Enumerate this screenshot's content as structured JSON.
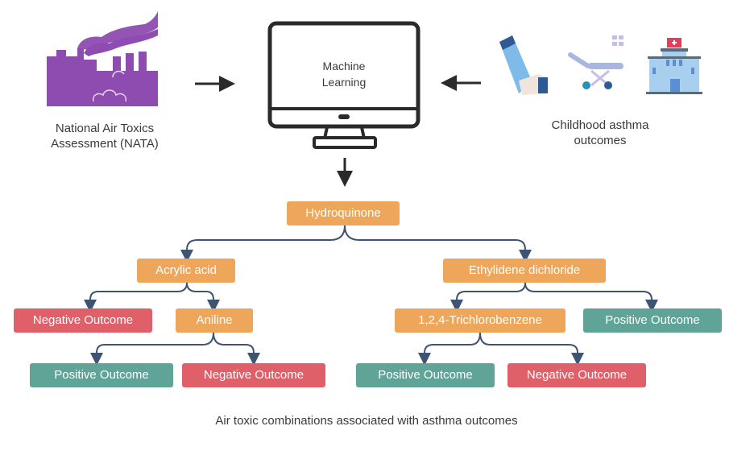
{
  "inputs": {
    "nata": {
      "icon": "factory-pollution-icon",
      "label_line1": "National Air Toxics",
      "label_line2": "Assessment (NATA)",
      "color": "#8e4bb0"
    },
    "ml": {
      "icon": "computer-monitor-icon",
      "label_line1": "Machine",
      "label_line2": "Learning"
    },
    "asthma": {
      "icons": [
        "inhaler-icon",
        "stretcher-icon",
        "hospital-icon"
      ],
      "label_line1": "Childhood asthma",
      "label_line2": "outcomes"
    }
  },
  "tree": {
    "root": "Hydroquinone",
    "left": {
      "label": "Acrylic acid",
      "left_leaf": "Negative Outcome",
      "right": {
        "label": "Aniline",
        "left_leaf": "Positive Outcome",
        "right_leaf": "Negative Outcome"
      }
    },
    "right": {
      "label": "Ethylidene dichloride",
      "left": {
        "label": "1,2,4-Trichlorobenzene",
        "left_leaf": "Positive Outcome",
        "right_leaf": "Negative Outcome"
      },
      "right_leaf": "Positive Outcome"
    }
  },
  "caption": "Air toxic combinations associated with asthma outcomes",
  "colors": {
    "toxic_node": "#eea65a",
    "negative_node": "#e0606a",
    "positive_node": "#5fa497",
    "connector": "#3d5573"
  }
}
